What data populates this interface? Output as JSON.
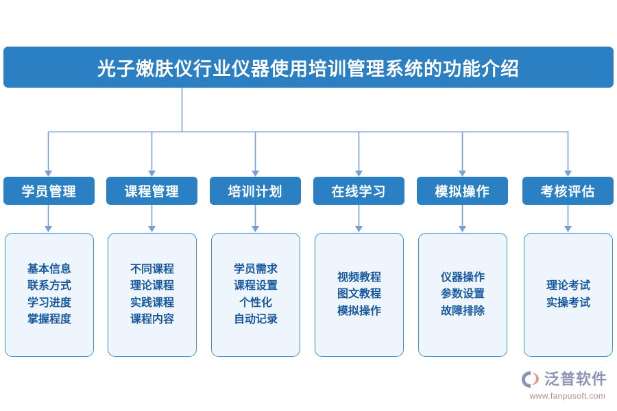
{
  "diagram": {
    "title": "光子嫩肤仪行业仪器使用培训管理系统的功能介绍",
    "colors": {
      "banner_blue": "#2b80c4",
      "box_blue": "#2b80c4",
      "detail_fill": "#eff5fd",
      "detail_border": "#3f8fd4",
      "detail_text": "#17599f",
      "connector": "#7a9fd4"
    },
    "columns": [
      {
        "category": "学员管理",
        "details": [
          "基本信息",
          "联系方式",
          "学习进度",
          "掌握程度"
        ]
      },
      {
        "category": "课程管理",
        "details": [
          "不同课程",
          "理论课程",
          "实践课程",
          "课程内容"
        ]
      },
      {
        "category": "培训计划",
        "details": [
          "学员需求",
          "课程设置",
          "个性化",
          "自动记录"
        ]
      },
      {
        "category": "在线学习",
        "details": [
          "视频教程",
          "图文教程",
          "模拟操作"
        ]
      },
      {
        "category": "模拟操作",
        "details": [
          "仪器操作",
          "参数设置",
          "故障排除"
        ]
      },
      {
        "category": "考核评估",
        "details": [
          "理论考试",
          "实操考试"
        ]
      }
    ]
  },
  "watermark": {
    "brand": "泛普软件",
    "url": "www.fanpusoft.com"
  }
}
